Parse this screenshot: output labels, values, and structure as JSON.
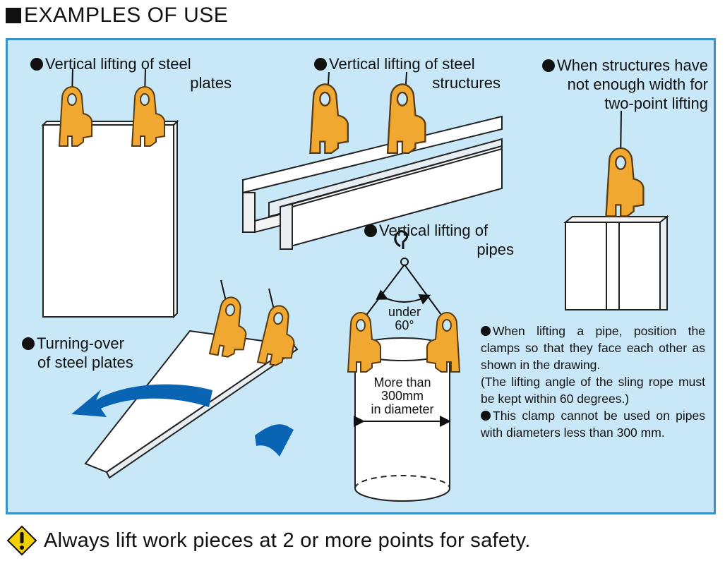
{
  "header": {
    "title": "EXAMPLES OF USE"
  },
  "labels": {
    "plates": [
      "Vertical lifting of steel",
      "plates"
    ],
    "structures": [
      "Vertical lifting of steel",
      "structures"
    ],
    "narrow": [
      "When structures have",
      "not enough width for",
      "two-point lifting"
    ],
    "pipes": [
      "Vertical lifting of",
      "pipes"
    ],
    "turning": [
      "Turning-over",
      "of steel plates"
    ]
  },
  "pipe": {
    "angle_line1": "under",
    "angle_line2": "60°",
    "diameter_line1": "More than",
    "diameter_line2": "300mm",
    "diameter_line3": "in diameter"
  },
  "notes": {
    "note1": "When lifting a pipe, position the clamps so that they face each other as shown in the drawing.",
    "note2": "(The lifting angle of the sling rope must be kept within 60 degrees.)",
    "note3": "This clamp cannot be used on pipes with diameters less than 300 mm."
  },
  "footer": {
    "warning": "Always lift work pieces at 2 or more points for safety."
  },
  "colors": {
    "panel_bg": "#c8e8f8",
    "panel_border": "#3a90c8",
    "clamp": "#f0a830",
    "arrow": "#0a64b4"
  },
  "icons": [
    "warning-icon",
    "shackle-hook-icon",
    "bullet-icon"
  ]
}
